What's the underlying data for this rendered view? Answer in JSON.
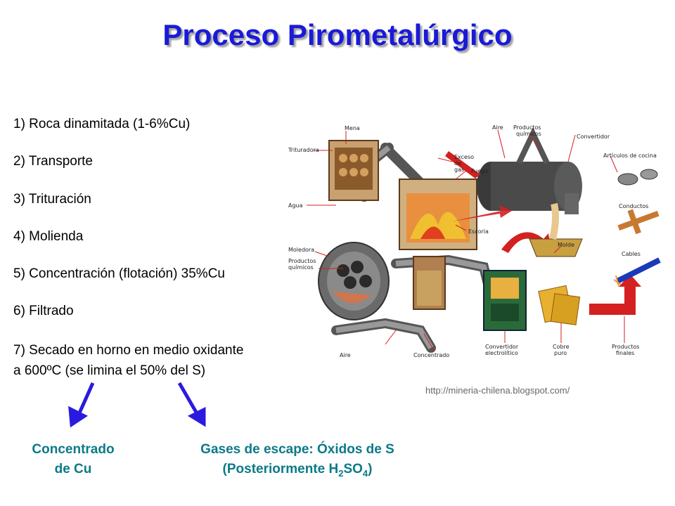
{
  "title": "Proceso Pirometalúrgico",
  "steps": [
    "1) Roca dinamitada (1-6%Cu)",
    "2) Transporte",
    "3) Trituración",
    "4) Molienda",
    "5) Concentración (flotación) 35%Cu",
    "6) Filtrado"
  ],
  "step7": {
    "line1": "7) Secado en horno en medio oxidante",
    "line2": "a 600ºC (se limina el 50% del S)"
  },
  "diagram_labels": {
    "mena": "Mena",
    "trituradora": "Trituradora",
    "agua": "Agua",
    "moledora": "Moledora",
    "productos_quimicos_1": "Productos",
    "productos_quimicos_2": "químicos",
    "exceso_1": "Exceso",
    "exceso_2": "de",
    "exceso_3": "gas",
    "fuego": "Fuego",
    "escoria": "Escoria",
    "aire_top": "Aire",
    "productos_top_1": "Productos",
    "productos_top_2": "químicos",
    "convertidor": "Convertidor",
    "articulos": "Artículos de cocina",
    "conductos": "Conductos",
    "cables": "Cables",
    "molde": "Molde",
    "aire_bottom": "Aire",
    "concentrado": "Concentrado",
    "conv_elec_1": "Convertidor",
    "conv_elec_2": "electrolítico",
    "cobre_1": "Cobre",
    "cobre_2": "puro",
    "prod_fin_1": "Productos",
    "prod_fin_2": "finales"
  },
  "source_url": "http://mineria-chilena.blogspot.com/",
  "result_left": {
    "line1": "Concentrado",
    "line2": "de Cu"
  },
  "result_right": {
    "line1": "Gases de escape: Óxidos de S",
    "line2a": "(Posteriormente H",
    "sub1": "2",
    "line2b": "SO",
    "sub2": "4",
    "line2c": ")"
  },
  "colors": {
    "title": "#1a1ad8",
    "result": "#0b7a88",
    "arrow": "#2a1ae0",
    "accent_red": "#d42020"
  }
}
